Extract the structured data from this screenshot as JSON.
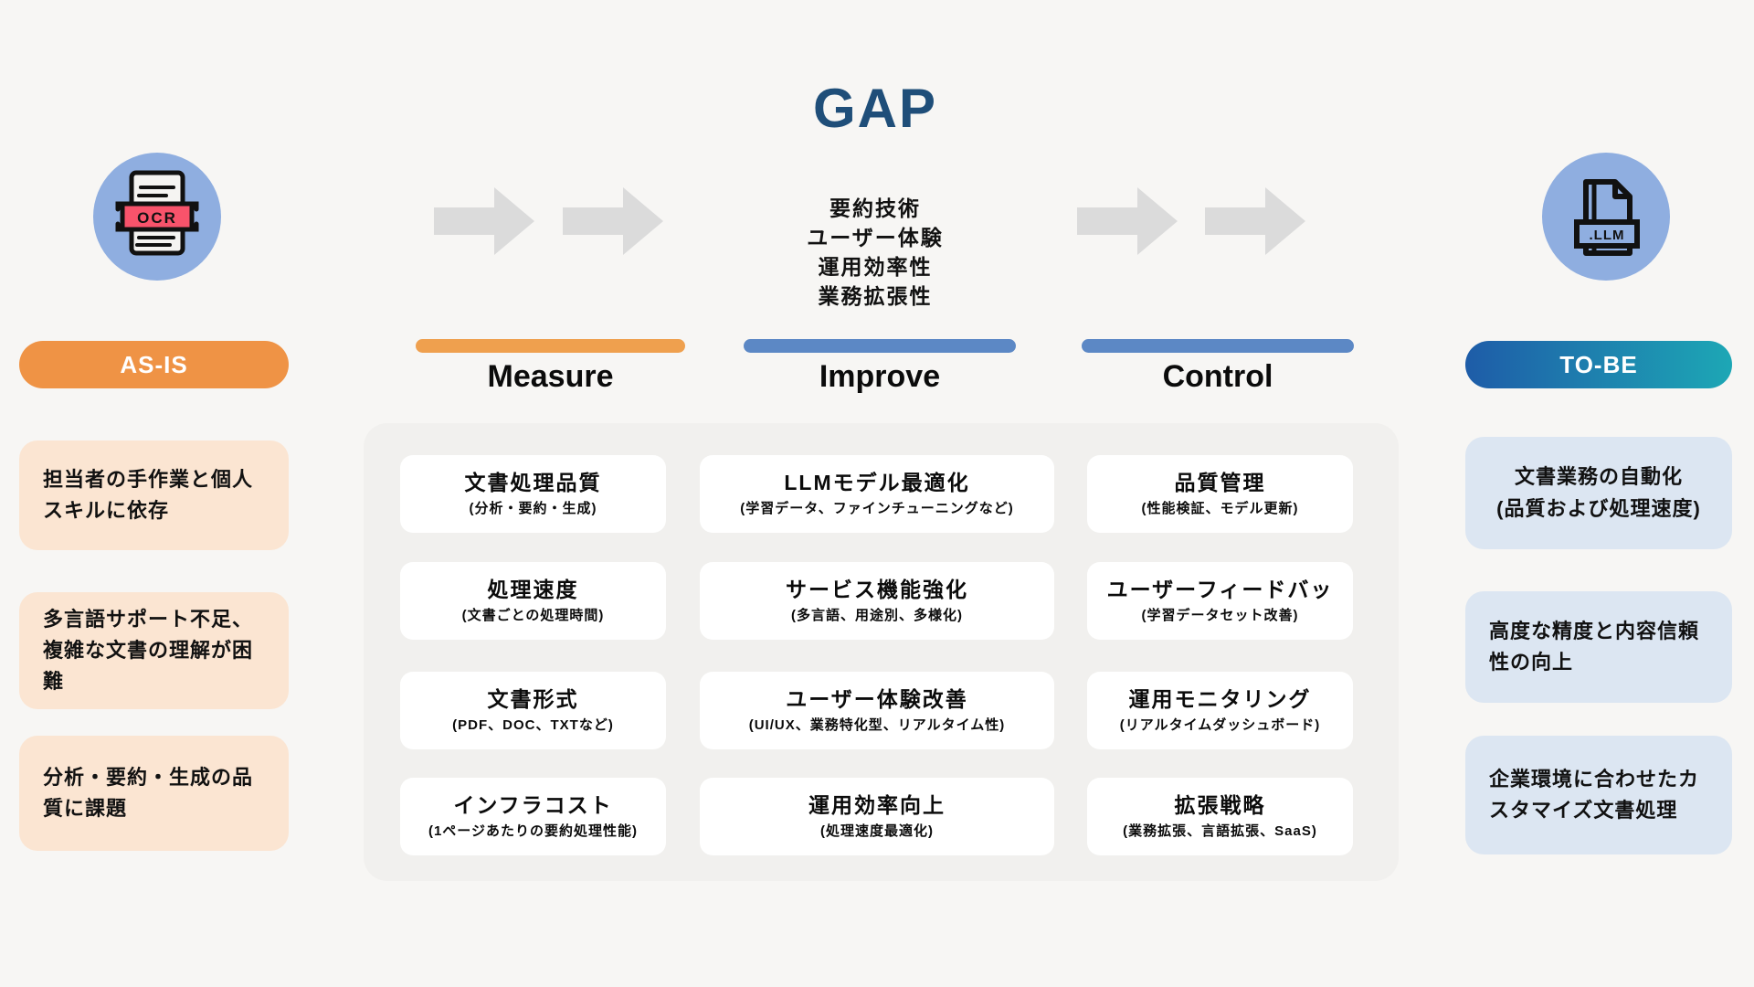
{
  "gap": {
    "title": "GAP",
    "items": [
      "要約技術",
      "ユーザー体験",
      "運用効率性",
      "業務拡張性"
    ]
  },
  "as_is": {
    "label": "AS-IS",
    "icon": "ocr-document-icon",
    "icon_label": "OCR",
    "items": [
      "担当者の手作業と個人スキルに依存",
      "多言語サポート不足、複雑な文書の理解が困難",
      "分析・要約・生成の品質に課題"
    ]
  },
  "to_be": {
    "label": "TO-BE",
    "icon": "llm-file-icon",
    "icon_label": ".LLM",
    "items": [
      "文書業務の自動化\n(品質および処理速度)",
      "高度な精度と内容信頼性の向上",
      "企業環境に合わせたカスタマイズ文書処理"
    ]
  },
  "columns": [
    {
      "label": "Measure",
      "accent": "#EFA04E",
      "cards": [
        {
          "title": "文書処理品質",
          "subtitle": "(分析・要約・生成)"
        },
        {
          "title": "処理速度",
          "subtitle": "(文書ごとの処理時間)"
        },
        {
          "title": "文書形式",
          "subtitle": "(PDF、DOC、TXTなど)"
        },
        {
          "title": "インフラコスト",
          "subtitle": "(1ページあたりの要約処理性能)"
        }
      ]
    },
    {
      "label": "Improve",
      "accent": "#5C88C5",
      "cards": [
        {
          "title": "LLMモデル最適化",
          "subtitle": "(学習データ、ファインチューニングなど)"
        },
        {
          "title": "サービス機能強化",
          "subtitle": "(多言語、用途別、多様化)"
        },
        {
          "title": "ユーザー体験改善",
          "subtitle": "(UI/UX、業務特化型、リアルタイム性)"
        },
        {
          "title": "運用効率向上",
          "subtitle": "(処理速度最適化)"
        }
      ]
    },
    {
      "label": "Control",
      "accent": "#5C88C5",
      "cards": [
        {
          "title": "品質管理",
          "subtitle": "(性能検証、モデル更新)"
        },
        {
          "title": "ユーザーフィードバッ",
          "subtitle": "(学習データセット改善)"
        },
        {
          "title": "運用モニタリング",
          "subtitle": "(リアルタイムダッシュボード)"
        },
        {
          "title": "拡張戦略",
          "subtitle": "(業務拡張、言語拡張、SaaS)"
        }
      ]
    }
  ],
  "colors": {
    "page_bg": "#F7F6F4",
    "panel": "#F1F0EE",
    "card_bg": "#FFFFFF",
    "gap_title": "#1F4E79",
    "as_is_accent": "#EF9345",
    "as_is_box": "#FBE5D2",
    "to_be_box": "#DCE6F2",
    "to_be_gradient_start": "#1E5CA8",
    "to_be_gradient_end": "#1DA7B5",
    "measure_bar": "#EFA04E",
    "improve_bar": "#5C88C5",
    "control_bar": "#5C88C5",
    "icon_circle": "#8FAEE0",
    "ocr_band": "#F8536B",
    "arrow": "#DBDBDB"
  }
}
